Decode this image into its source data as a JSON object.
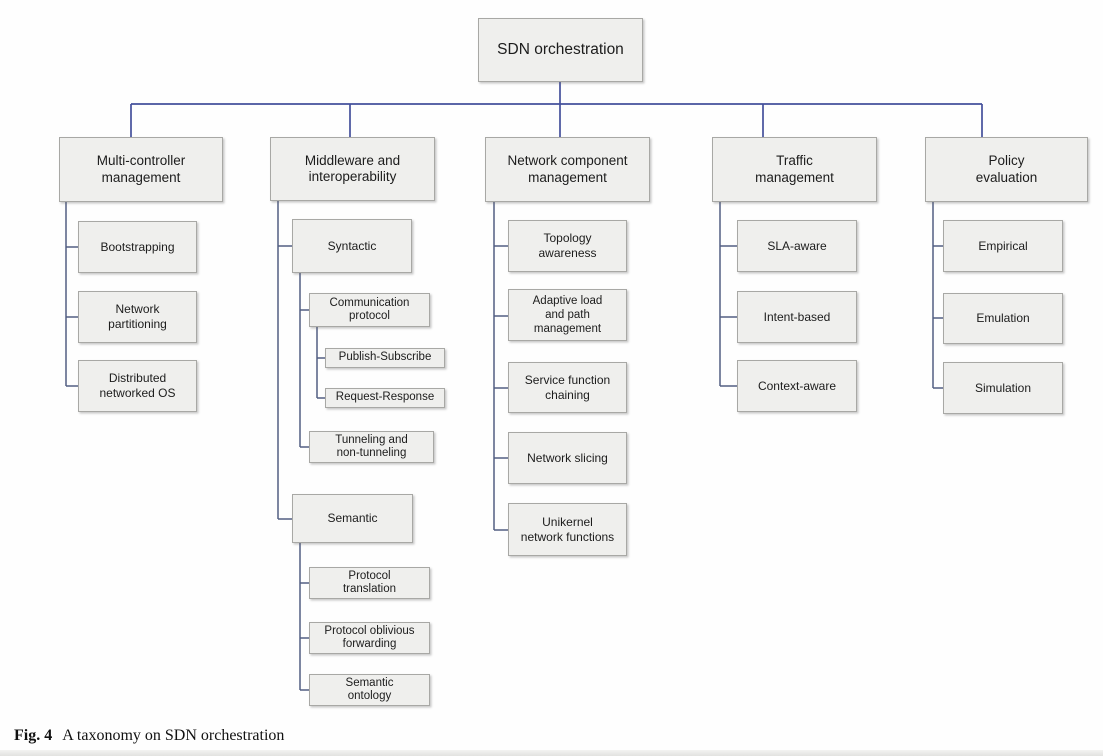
{
  "figure": {
    "root": {
      "label": "SDN orchestration"
    },
    "branches": [
      {
        "label": "Multi-controller\nmanagement",
        "children": [
          {
            "label": "Bootstrapping"
          },
          {
            "label": "Network\npartitioning"
          },
          {
            "label": "Distributed\nnetworked OS"
          }
        ]
      },
      {
        "label": "Middleware and\ninteroperability",
        "children": [
          {
            "label": "Syntactic",
            "children": [
              {
                "label": "Communication\nprotocol",
                "children": [
                  {
                    "label": "Publish-Subscribe"
                  },
                  {
                    "label": "Request-Response"
                  }
                ]
              },
              {
                "label": "Tunneling and\nnon-tunneling"
              }
            ]
          },
          {
            "label": "Semantic",
            "children": [
              {
                "label": "Protocol\ntranslation"
              },
              {
                "label": "Protocol oblivious\nforwarding"
              },
              {
                "label": "Semantic\nontology"
              }
            ]
          }
        ]
      },
      {
        "label": "Network component\nmanagement",
        "children": [
          {
            "label": "Topology\nawareness"
          },
          {
            "label": "Adaptive load\nand path\nmanagement"
          },
          {
            "label": "Service function\nchaining"
          },
          {
            "label": "Network slicing"
          },
          {
            "label": "Unikernel\nnetwork functions"
          }
        ]
      },
      {
        "label": "Traffic\nmanagement",
        "children": [
          {
            "label": "SLA-aware"
          },
          {
            "label": "Intent-based"
          },
          {
            "label": "Context-aware"
          }
        ]
      },
      {
        "label": "Policy\nevaluation",
        "children": [
          {
            "label": "Empirical"
          },
          {
            "label": "Emulation"
          },
          {
            "label": "Simulation"
          }
        ]
      }
    ]
  },
  "caption": {
    "label": "Fig. 4",
    "text": "A taxonomy on SDN orchestration"
  },
  "colors": {
    "box_fill": "#efefed",
    "box_border": "#a8a8a5",
    "connector_top": "#44509c",
    "connector_child": "#525e82",
    "text": "#1c1c1c"
  }
}
